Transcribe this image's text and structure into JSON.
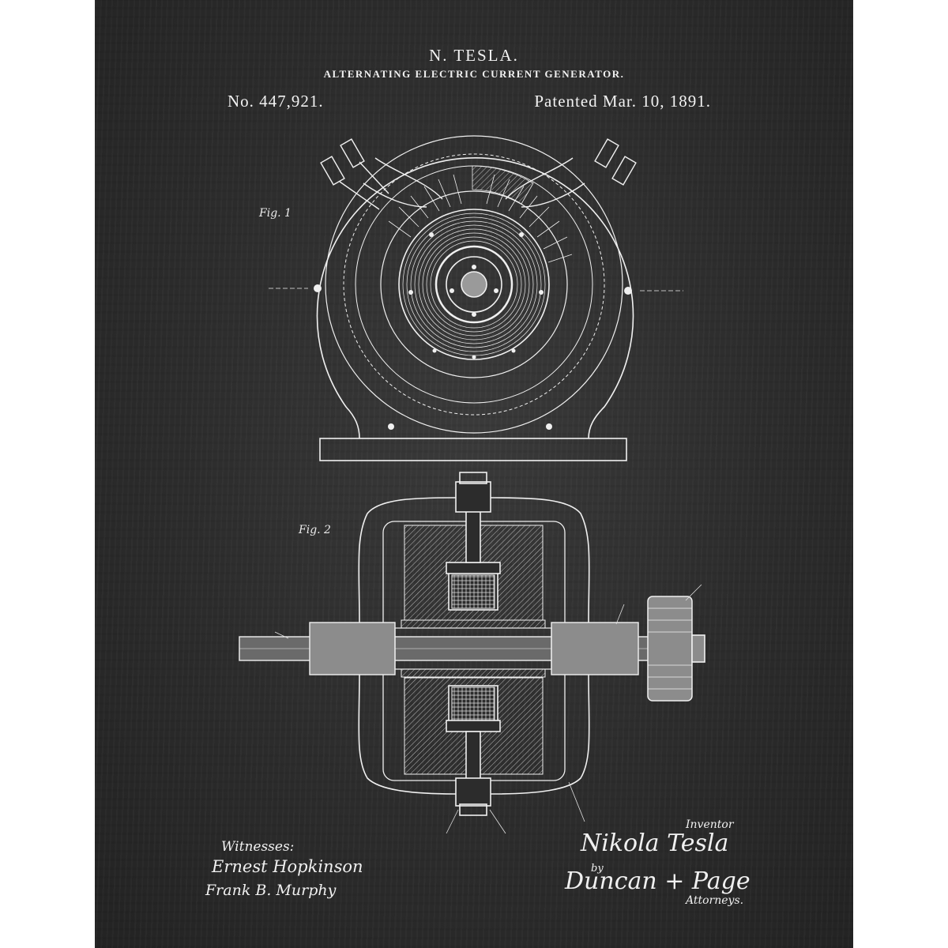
{
  "header": {
    "inventor_name": "N. TESLA.",
    "invention_title": "ALTERNATING ELECTRIC CURRENT GENERATOR.",
    "patent_number": "No. 447,921.",
    "patent_date": "Patented Mar. 10, 1891."
  },
  "figures": {
    "fig1_label": "Fig. 1",
    "fig2_label": "Fig. 2"
  },
  "signatures": {
    "witnesses_heading": "Witnesses:",
    "witness_1": "Ernest Hopkinson",
    "witness_2": "Frank B. Murphy",
    "inventor_heading": "Inventor",
    "inventor_signature": "Nikola Tesla",
    "by": "by",
    "attorneys_signature": "Duncan + Page",
    "attorneys_heading": "Attorneys."
  },
  "colors": {
    "background": "#2c2c2c",
    "ink": "#f2f2f2"
  }
}
